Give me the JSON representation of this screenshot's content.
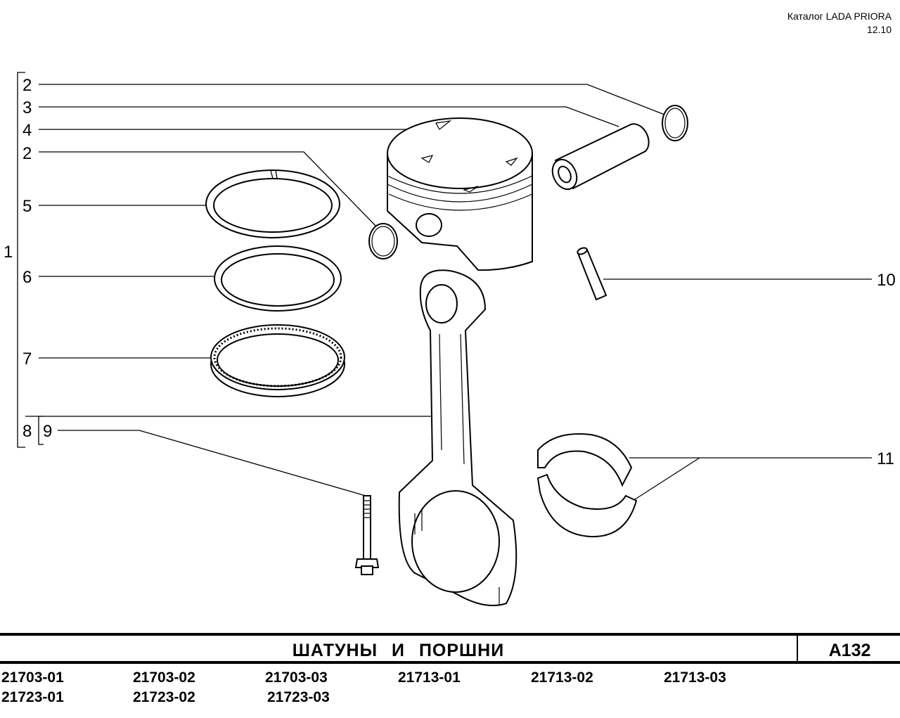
{
  "header": {
    "catalog": "Каталог  LADA  PRIORA",
    "date": "12.10"
  },
  "callouts": {
    "c1": "1",
    "c2a": "2",
    "c3": "3",
    "c4": "4",
    "c2b": "2",
    "c5": "5",
    "c6": "6",
    "c7": "7",
    "c8": "8",
    "c9": "9",
    "c10": "10",
    "c11": "11"
  },
  "footer": {
    "title": "ШАТУНЫ   И   ПОРШНИ",
    "code": "A132",
    "models": [
      [
        "21703-01",
        "21703-02",
        "21703-03",
        "21713-01",
        "21713-02",
        "21713-03"
      ],
      [
        "21723-01",
        "21723-02",
        "21723-03"
      ]
    ]
  }
}
